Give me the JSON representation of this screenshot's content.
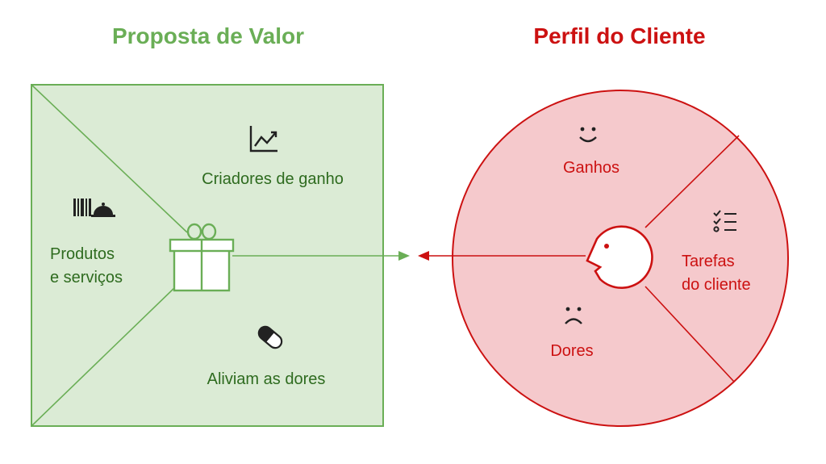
{
  "colors": {
    "green_stroke": "#6aae56",
    "green_fill": "#dbebd5",
    "green_title": "#6aae56",
    "green_text": "#2e6b1f",
    "red_stroke": "#cc1111",
    "red_fill": "#f5c9cc",
    "red_title": "#cc1111",
    "icon_dark": "#222222"
  },
  "value_proposition": {
    "title": "Proposta de Valor",
    "sections": {
      "gain_creators": {
        "label": "Criadores de ganho",
        "icon": "chart-trend-icon"
      },
      "products_services": {
        "line1": "Produtos",
        "line2": "e serviços",
        "icon": "barcode-service-bell-icon"
      },
      "pain_relievers": {
        "label": "Aliviam as dores",
        "icon": "pill-icon"
      }
    },
    "center_icon": "gift-icon"
  },
  "customer_profile": {
    "title": "Perfil do Cliente",
    "sections": {
      "gains": {
        "label": "Ganhos",
        "icon": "smile-icon"
      },
      "customer_jobs": {
        "line1": "Tarefas",
        "line2": "do cliente",
        "icon": "checklist-icon"
      },
      "pains": {
        "label": "Dores",
        "icon": "frown-icon"
      }
    },
    "center_icon": "customer-face-icon"
  }
}
